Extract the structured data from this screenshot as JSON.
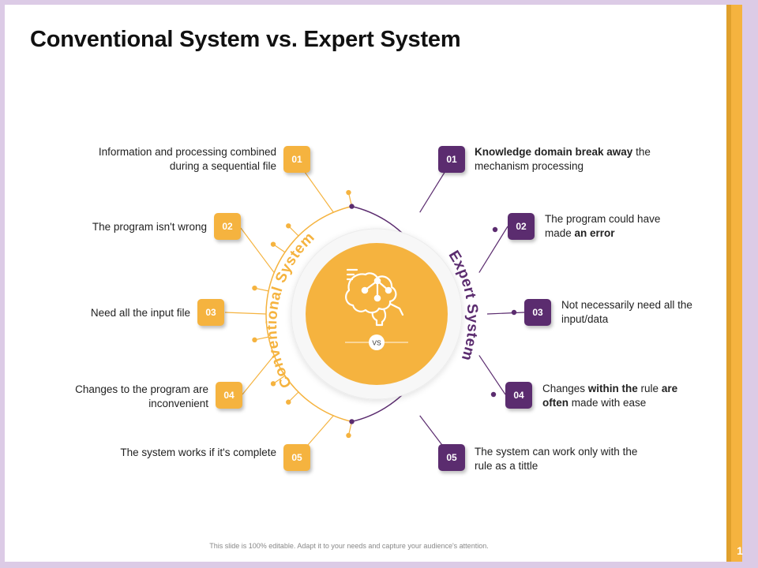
{
  "title": "Conventional System vs. Expert System",
  "footer": "This slide is 100% editable. Adapt it to your needs and capture your audience's attention.",
  "page_number": "1",
  "colors": {
    "orange": "#f5b33f",
    "purple": "#5b2c6f",
    "sidebar": "#f5b33f",
    "frame": "#dccbe6"
  },
  "center": {
    "icon": "brain-circuit-icon",
    "vs_label": "VS"
  },
  "left_arc_label": "Conventional System",
  "right_arc_label": "Expert System",
  "left_items": [
    {
      "num": "01",
      "text": "Information and processing combined during a sequential file"
    },
    {
      "num": "02",
      "text": "The program isn't wrong"
    },
    {
      "num": "03",
      "text": "Need all the input file"
    },
    {
      "num": "04",
      "text": "Changes to the program are inconvenient"
    },
    {
      "num": "05",
      "text": "The system works if it's complete"
    }
  ],
  "right_items": [
    {
      "num": "01",
      "parts": [
        {
          "t": "Knowledge domain break away",
          "b": true
        },
        {
          "t": " the mechanism processing",
          "b": false
        }
      ]
    },
    {
      "num": "02",
      "parts": [
        {
          "t": "The program could have made ",
          "b": false
        },
        {
          "t": "an error",
          "b": true
        }
      ]
    },
    {
      "num": "03",
      "parts": [
        {
          "t": "Not necessarily need all the input/data",
          "b": false
        }
      ]
    },
    {
      "num": "04",
      "parts": [
        {
          "t": "Changes ",
          "b": false
        },
        {
          "t": "within the",
          "b": true
        },
        {
          "t": " rule ",
          "b": false
        },
        {
          "t": "are often",
          "b": true
        },
        {
          "t": " made with ease",
          "b": false
        }
      ]
    },
    {
      "num": "05",
      "parts": [
        {
          "t": "The system can work only with the rule as a tittle",
          "b": false
        }
      ]
    }
  ]
}
